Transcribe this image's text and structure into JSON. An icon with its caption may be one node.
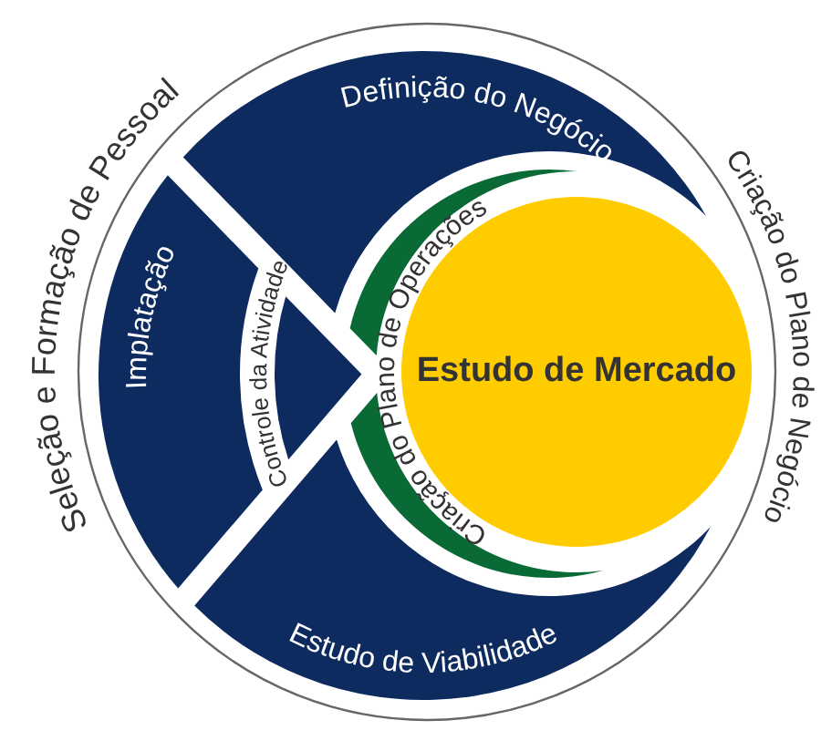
{
  "diagram": {
    "nodes": [
      {
        "text": [
          "Definição do Negócio"
        ]
      },
      {
        "text": [
          "Implatação"
        ]
      },
      {
        "text": [
          "Estudo de Viabilidade"
        ]
      },
      {
        "text": [],
        "shape": "crescent"
      },
      {
        "text": [],
        "shape": "crescent"
      },
      {
        "text": [
          "Estudo de Mercado"
        ]
      }
    ],
    "labels": [
      "Seleção e Formação de Pessoal",
      "Criação do Plano de Negócio",
      "Controle da Atividade",
      "Criação do Plano de Operações"
    ]
  }
}
